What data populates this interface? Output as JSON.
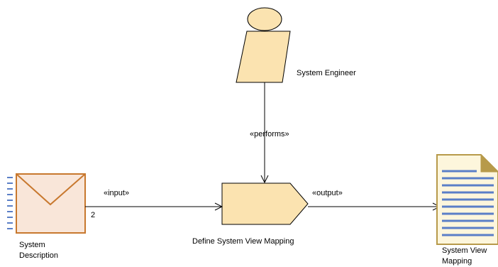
{
  "diagram": {
    "performer": {
      "label": "System Engineer"
    },
    "task": {
      "label": "Define System View Mapping"
    },
    "input_product": {
      "label_line1": "System",
      "label_line2": "Description"
    },
    "output_product": {
      "label_line1": "System View",
      "label_line2": "Mapping"
    },
    "edges": {
      "performs": {
        "label": "«performs»"
      },
      "input": {
        "label": "«input»",
        "multiplicity": "2"
      },
      "output": {
        "label": "«output»"
      }
    }
  },
  "colors": {
    "role_fill": "#fbe3b0",
    "task_fill": "#fbe3b0",
    "envelope_fill": "#f9e6d9",
    "envelope_stroke": "#c8782e",
    "envelope_dash": "#5b7fc7",
    "doc_fill": "#fdf6dc",
    "doc_fold": "#b79a4a",
    "doc_lines": "#5b7fc7",
    "stroke": "#000000"
  }
}
